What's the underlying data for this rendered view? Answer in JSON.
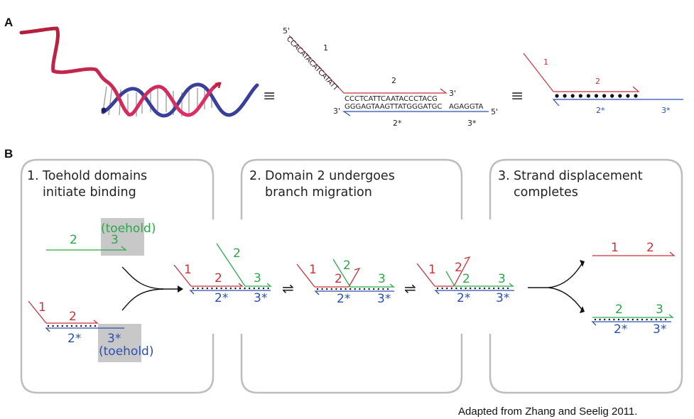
{
  "figure": {
    "panel_a_label": "A",
    "panel_b_label": "B",
    "credit": "Adapted from Zhang and Seelig 2011.",
    "colors": {
      "invader_red": "#c8323a",
      "incumbent_green": "#2aa84a",
      "complement_blue": "#2a4fb0",
      "toehold_shade": "#c8c8c8",
      "box_border": "#bdbdbd"
    }
  },
  "panel_a": {
    "equiv_symbol": "≡",
    "sequence_view": {
      "five_prime_top": "5'",
      "domain1_label": "1",
      "domain1_seq": "CCACATACATCATATT",
      "domain2_label": "2",
      "top_seq": "CCCTCATTCAATACCCTACG",
      "three_prime_top": "3'",
      "three_prime_bottom": "3'",
      "bottom_seq_2star": "GGGAGTAAGTTATGGGATGC",
      "bottom_seq_3star": "AGAGGTA",
      "five_prime_bottom": "5'",
      "domain2star_label": "2*",
      "domain3star_label": "3*"
    },
    "abstract_view": {
      "domain1_label": "1",
      "domain2_label": "2",
      "domain2star_label": "2*",
      "domain3star_label": "3*"
    }
  },
  "panel_b": {
    "steps": [
      {
        "number": "1.",
        "line1": "Toehold domains",
        "line2": "initiate binding"
      },
      {
        "number": "2.",
        "line1": "Domain 2 undergoes",
        "line2": "branch migration"
      },
      {
        "number": "3.",
        "line1": "Strand displacement",
        "line2": "completes"
      }
    ],
    "toehold_label": "(toehold)",
    "domains": {
      "d1": "1",
      "d2": "2",
      "d3": "3",
      "d2s": "2*",
      "d3s": "3*"
    },
    "equilibrium_symbol": "⇌"
  }
}
